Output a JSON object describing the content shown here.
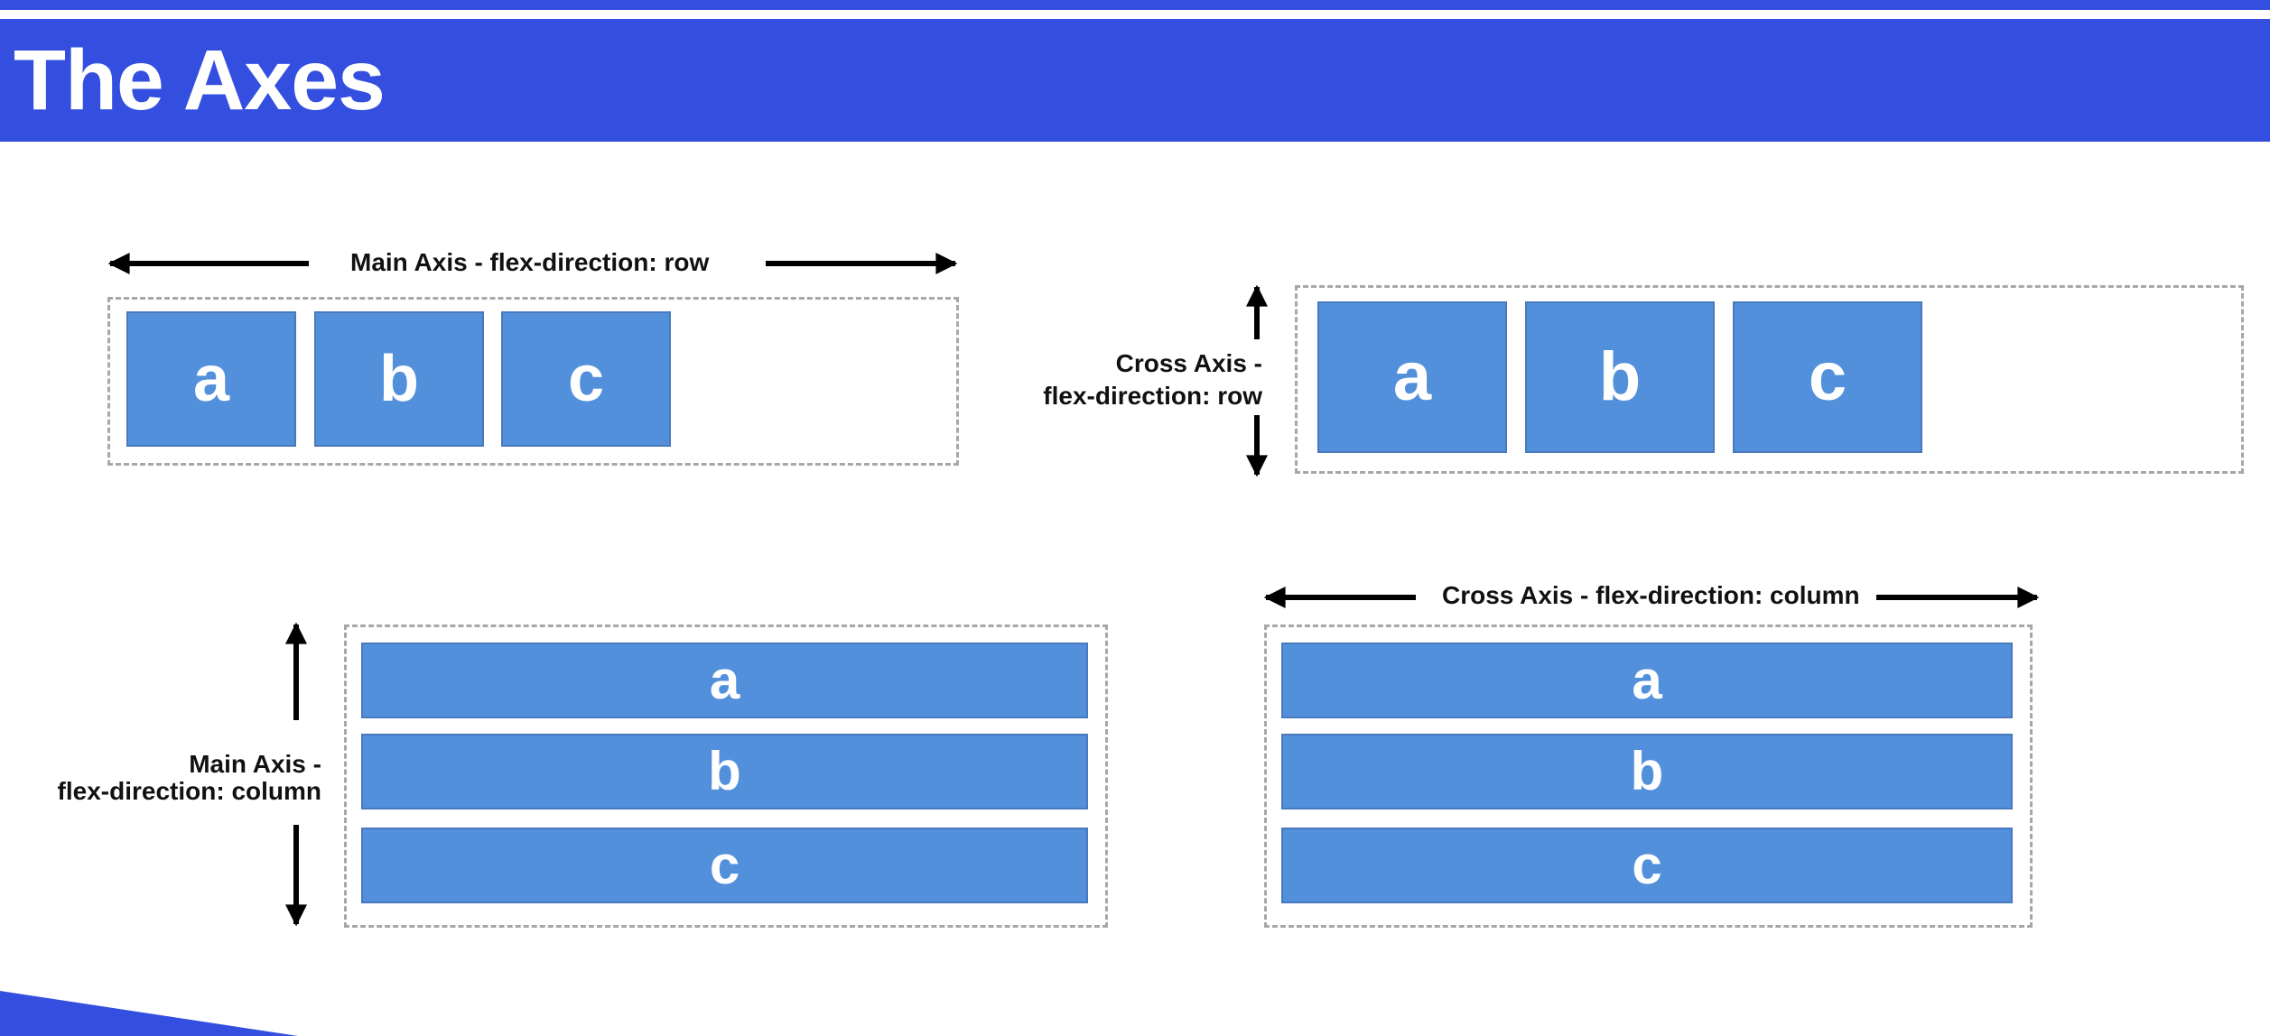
{
  "title": "The Axes",
  "colors": {
    "brand": "#344fe0",
    "item": "#5390dc",
    "dash": "#a7a7a7",
    "arrow": "#000000"
  },
  "diagrams": {
    "main_row": {
      "label": "Main Axis - flex-direction: row",
      "items": [
        "a",
        "b",
        "c"
      ]
    },
    "cross_row": {
      "label_line1": "Cross Axis -",
      "label_line2": "flex-direction: row",
      "items": [
        "a",
        "b",
        "c"
      ]
    },
    "main_column": {
      "label_line1": "Main Axis -",
      "label_line2": "flex-direction: column",
      "items": [
        "a",
        "b",
        "c"
      ]
    },
    "cross_column": {
      "label": "Cross Axis - flex-direction: column",
      "items": [
        "a",
        "b",
        "c"
      ]
    }
  }
}
